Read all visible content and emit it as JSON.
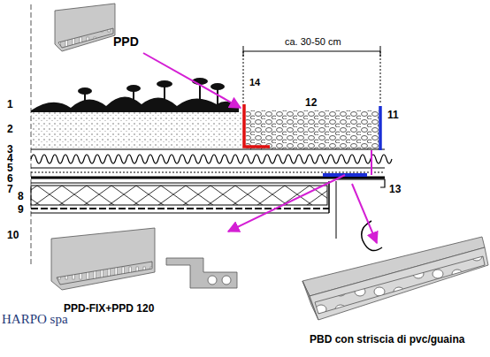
{
  "diagram": {
    "labels": [
      "PPD",
      "1",
      "2",
      "3",
      "4",
      "5",
      "6",
      "7",
      "8",
      "9",
      "10",
      "14",
      "12",
      "11",
      "13",
      "ca. 30-50 cm",
      "PPD-FIX+PPD 120",
      "HARPO spa",
      "PBD con striscia di pvc/guaina"
    ]
  }
}
